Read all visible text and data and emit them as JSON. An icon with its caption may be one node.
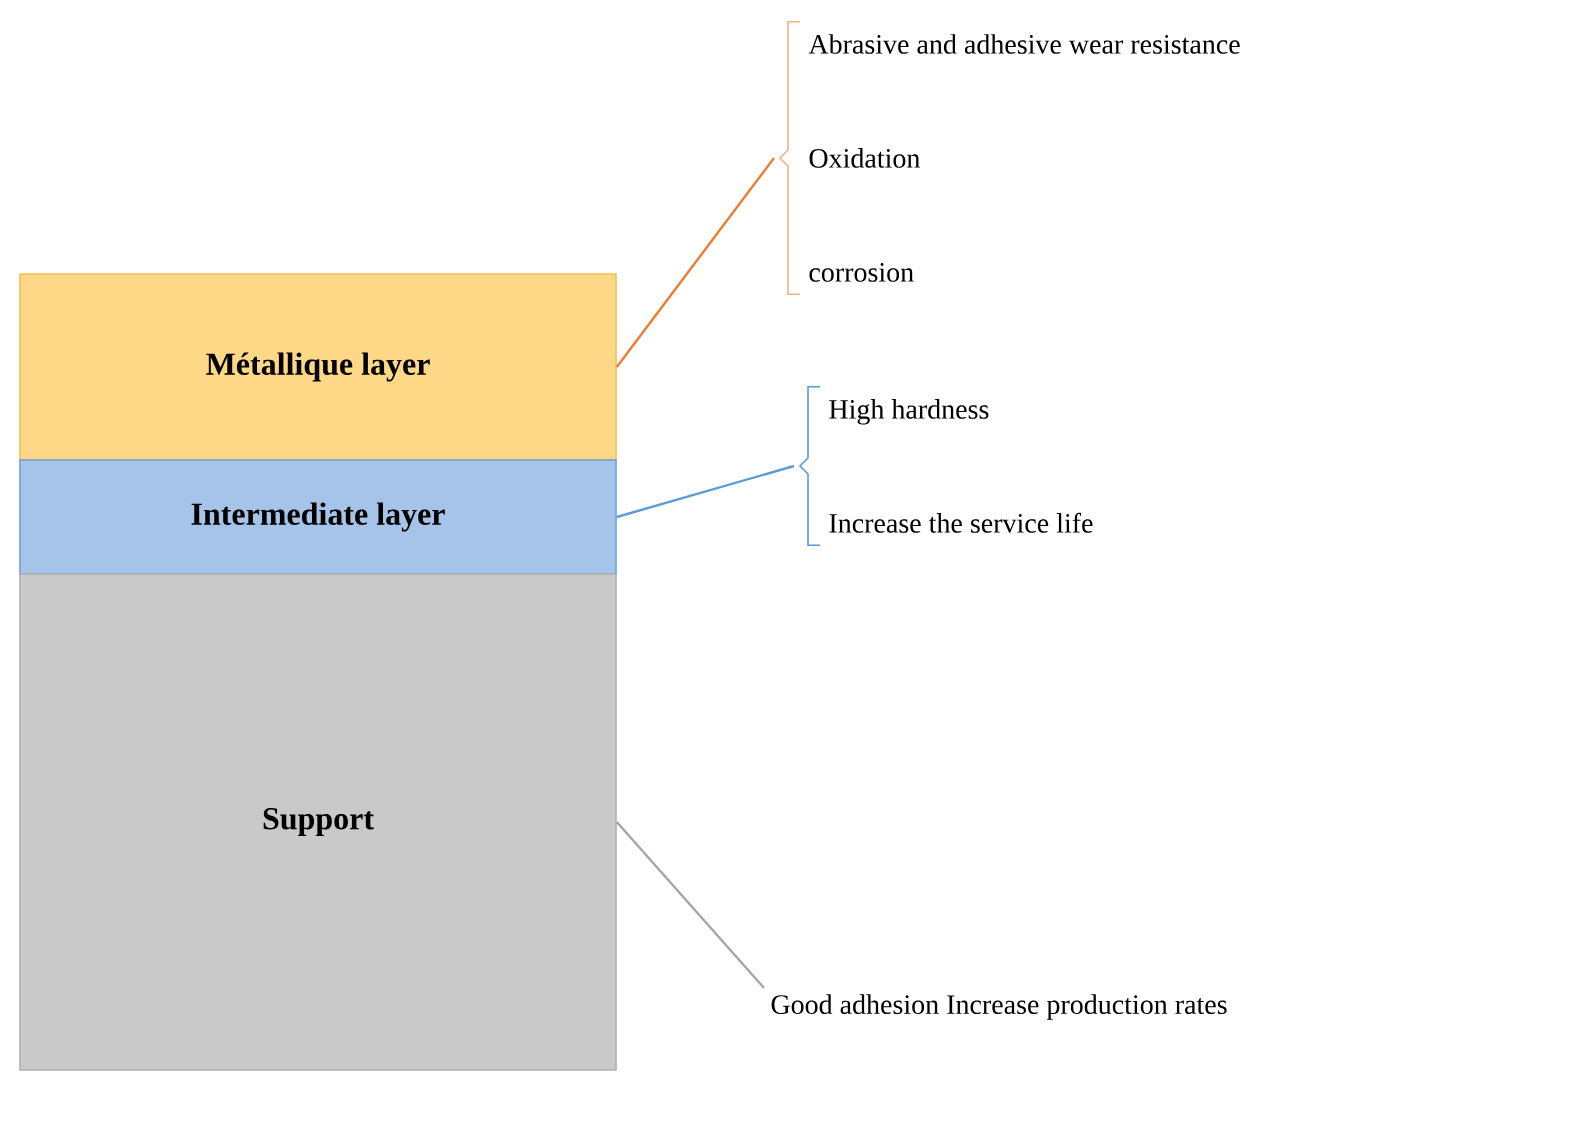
{
  "diagram": {
    "nodes": [
      {
        "text": [
          "Métallique layer"
        ]
      },
      {
        "text": [
          "Intermediate layer"
        ]
      },
      {
        "text": [
          "Support"
        ]
      },
      {
        "text": [
          "Abrasive and adhesive wear resistance",
          "Oxidation",
          "corrosion"
        ]
      },
      {
        "text": [
          "High hardness",
          "Increase the service life"
        ]
      },
      {
        "text": [
          "Good adhesion Increase production rates"
        ]
      }
    ],
    "edges": [
      {
        "from": 0,
        "to": 3,
        "arrow": "none",
        "color": "#ed7d31"
      },
      {
        "from": 1,
        "to": 4,
        "arrow": "none",
        "color": "#5b9bd5"
      },
      {
        "from": 2,
        "to": 5,
        "arrow": "none",
        "color": "#a5a5a5"
      }
    ]
  }
}
